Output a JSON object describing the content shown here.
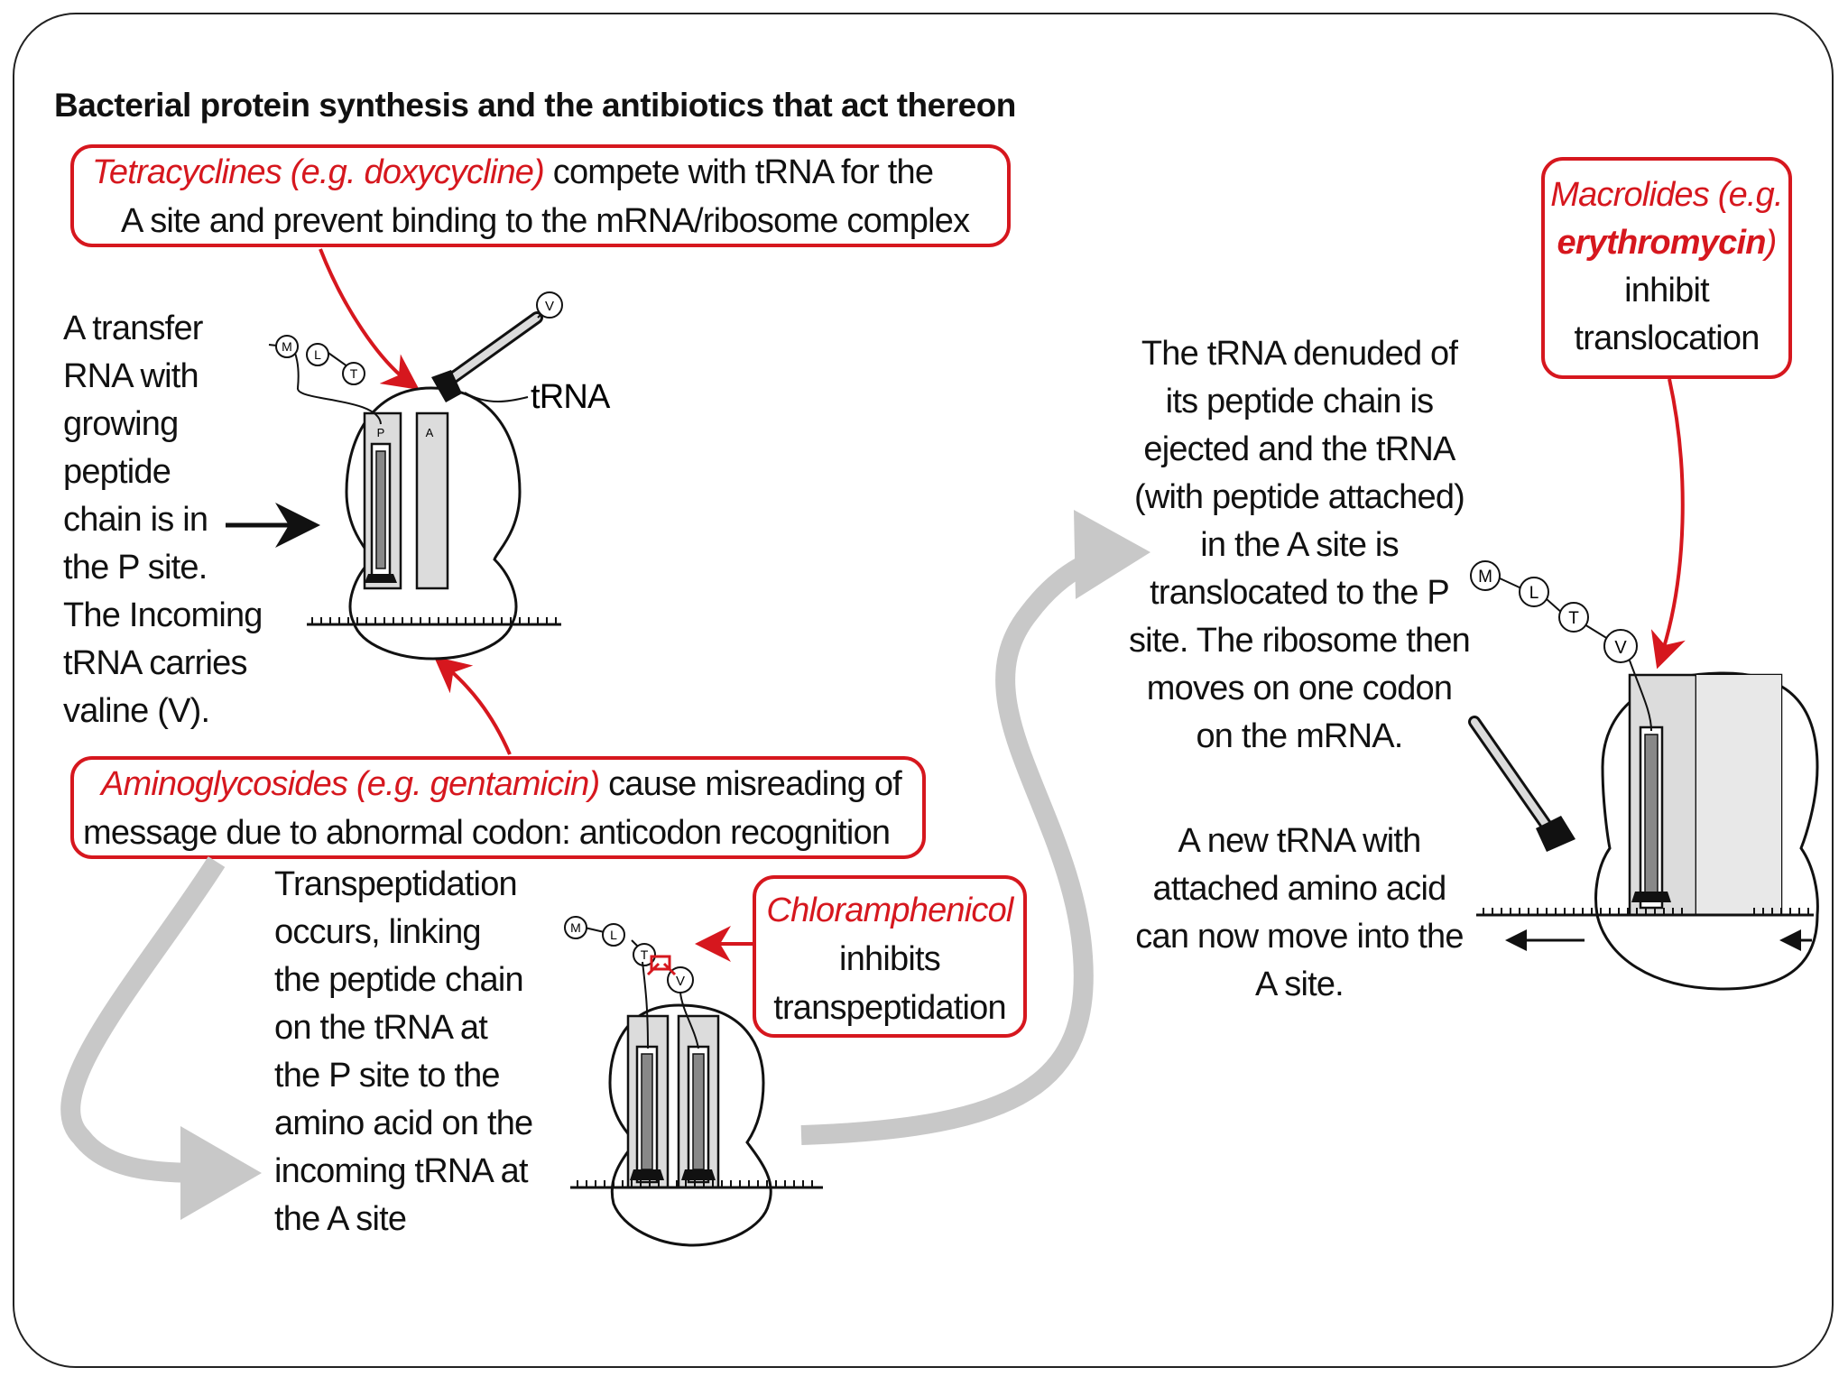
{
  "title": "Bacterial protein synthesis and the antibiotics that act thereon",
  "tetracyclines": {
    "drug": "Tetracyclines (e.g. doxycycline)",
    "text1": " compete with tRNA for the",
    "text2": "A site and prevent binding to the mRNA/ribosome complex"
  },
  "macrolides": {
    "drug1": "Macrolides (e.g.",
    "drug2": "erythromycin",
    "drug2_end": ")",
    "text1": "inhibit",
    "text2": "translocation"
  },
  "aminoglycosides": {
    "drug": "Aminoglycosides (e.g. gentamicin)",
    "text1": " cause misreading of",
    "text2": "message due to abnormal codon: anticodon recognition"
  },
  "chloramphenicol": {
    "drug": "Chloramphenicol",
    "text1": "inhibits",
    "text2": "transpeptidation"
  },
  "step1_lines": [
    "A transfer",
    "RNA with",
    "growing",
    "peptide",
    "chain is in",
    "the P site.",
    "The Incoming",
    "tRNA carries",
    "valine (V)."
  ],
  "step2_lines": [
    "Transpeptidation",
    "occurs, linking",
    "the peptide chain",
    "on the tRNA at",
    "the P site to the",
    "amino acid on the",
    "incoming tRNA at",
    "the A site"
  ],
  "step3_lines": [
    "The tRNA denuded of",
    "its peptide chain is",
    "ejected and the tRNA",
    "(with peptide attached)",
    "in the A site is",
    "translocated to the P",
    "site.  The ribosome then",
    "moves on one codon",
    "on the mRNA."
  ],
  "step4_lines": [
    "A new tRNA with",
    "attached amino acid",
    "can now move into the",
    "A site."
  ],
  "labels": {
    "trna": "tRNA",
    "p_site": "P",
    "a_site": "A",
    "aa_m": "M",
    "aa_l": "L",
    "aa_t": "T",
    "aa_v": "V"
  },
  "colors": {
    "accent": "#d6171e",
    "arrow_gray": "#c8c8c8",
    "site_fill": "#dcdcdc"
  }
}
